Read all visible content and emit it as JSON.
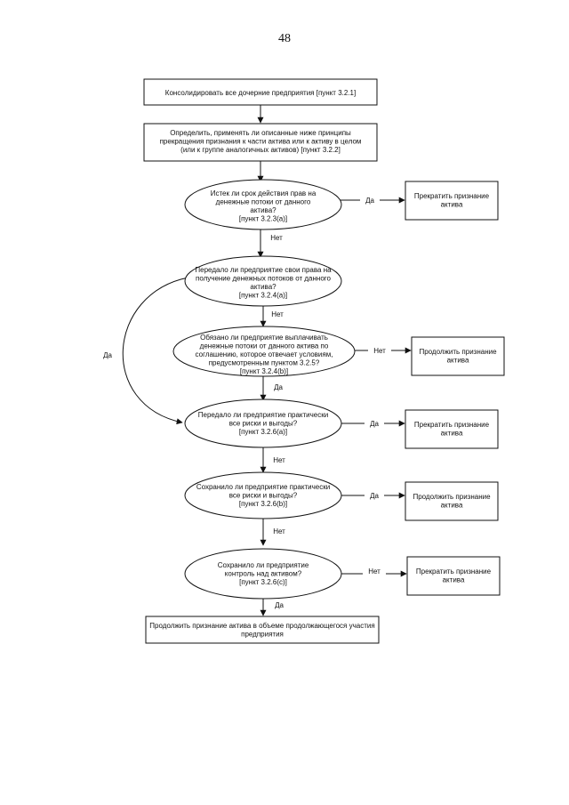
{
  "page_number": "48",
  "nodes": {
    "consolidate": [
      "Консолидировать все дочерние предприятия [пункт 3.2.1]"
    ],
    "determine": [
      "Определить, применять ли описанные ниже принципы",
      "прекращения признания к части актива или к активу в целом",
      "(или к группе аналогичных активов) [пункт 3.2.2]"
    ],
    "q_expired": [
      "Истек ли срок действия прав на",
      "денежные потоки от данного",
      "актива?",
      "[пункт 3.2.3(a)]"
    ],
    "q_transferred_rights": [
      "Передало ли предприятие свои права на",
      "получение денежных потоков от данного",
      "актива?",
      "[пункт 3.2.4(a)]"
    ],
    "q_obligation": [
      "Обязано ли предприятие выплачивать",
      "денежные потоки от данного актива по",
      "соглашению, которое отвечает условиям,",
      "предусмотренным пунктом 3.2.5?",
      "[пункт 3.2.4(b)]"
    ],
    "q_transferred_risks": [
      "Передало ли предприятие практически",
      "все риски и выгоды?",
      "[пункт 3.2.6(a)]"
    ],
    "q_retained_risks": [
      "Сохранило ли предприятие практически",
      "все риски и выгоды?",
      "[пункт 3.2.6(b)]"
    ],
    "q_control": [
      "Сохранило ли предприятие",
      "контроль над активом?",
      "[пункт 3.2.6(c)]"
    ],
    "r1_derecognize": [
      "Прекратить признание",
      "актива"
    ],
    "r2_continue": [
      "Продолжить признание",
      "актива"
    ],
    "r3_derecognize": [
      "Прекратить признание",
      "актива"
    ],
    "r4_continue": [
      "Продолжить признание",
      "актива"
    ],
    "r5_derecognize": [
      "Прекратить признание",
      "актива"
    ],
    "final": [
      "Продолжить признание актива в объеме продолжающегося участия",
      "предприятия"
    ]
  },
  "edge_labels": {
    "e_q1_yes": "Да",
    "e_q1_no": "Нет",
    "e_q2_no": "Нет",
    "e_q2_yes": "Да",
    "e_q3_no": "Нет",
    "e_q3_yes": "Да",
    "e_q4_yes": "Да",
    "e_q4_no": "Нет",
    "e_q5_yes": "Да",
    "e_q5_no": "Нет",
    "e_q6_no": "Нет",
    "e_q6_yes": "Да"
  }
}
